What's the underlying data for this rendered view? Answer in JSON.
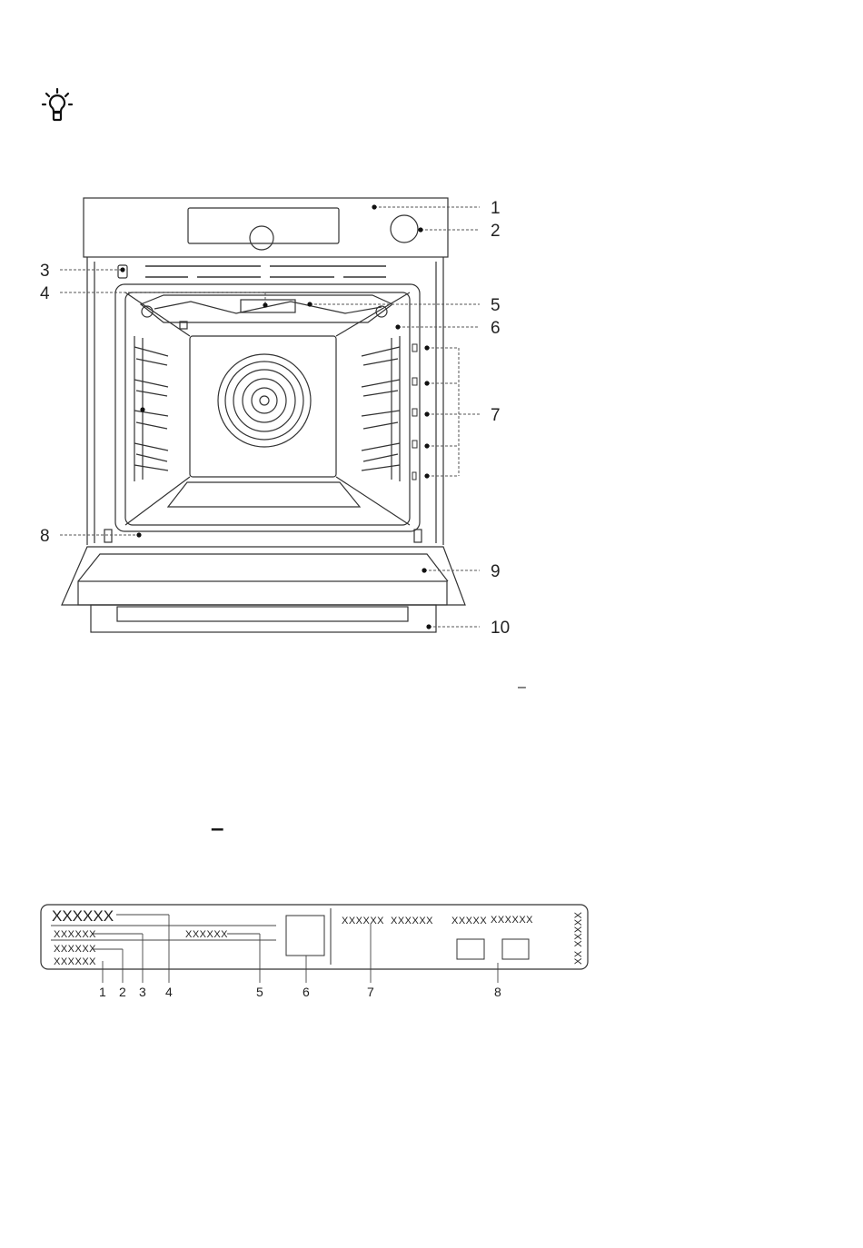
{
  "oven_callouts": [
    "1",
    "2",
    "3",
    "4",
    "5",
    "6",
    "7",
    "8",
    "9",
    "10"
  ],
  "stray_marks": [
    "–",
    "–"
  ],
  "rating_plate": {
    "title": "XXXXXX",
    "line_a": "XXXXXX",
    "line_b": "XXXXXX",
    "line_c": "XXXXXX",
    "line_d": "XXXXXX",
    "top_1": "XXXXXX",
    "top_2": "XXXXXX",
    "top_3": "XXXXX",
    "top_4": "XXXXXX",
    "vertical": "XX XXXXX",
    "numbers": [
      "1",
      "2",
      "3",
      "4",
      "5",
      "6",
      "7",
      "8"
    ]
  },
  "icons": {
    "tip": "lightbulb-tip-icon"
  }
}
